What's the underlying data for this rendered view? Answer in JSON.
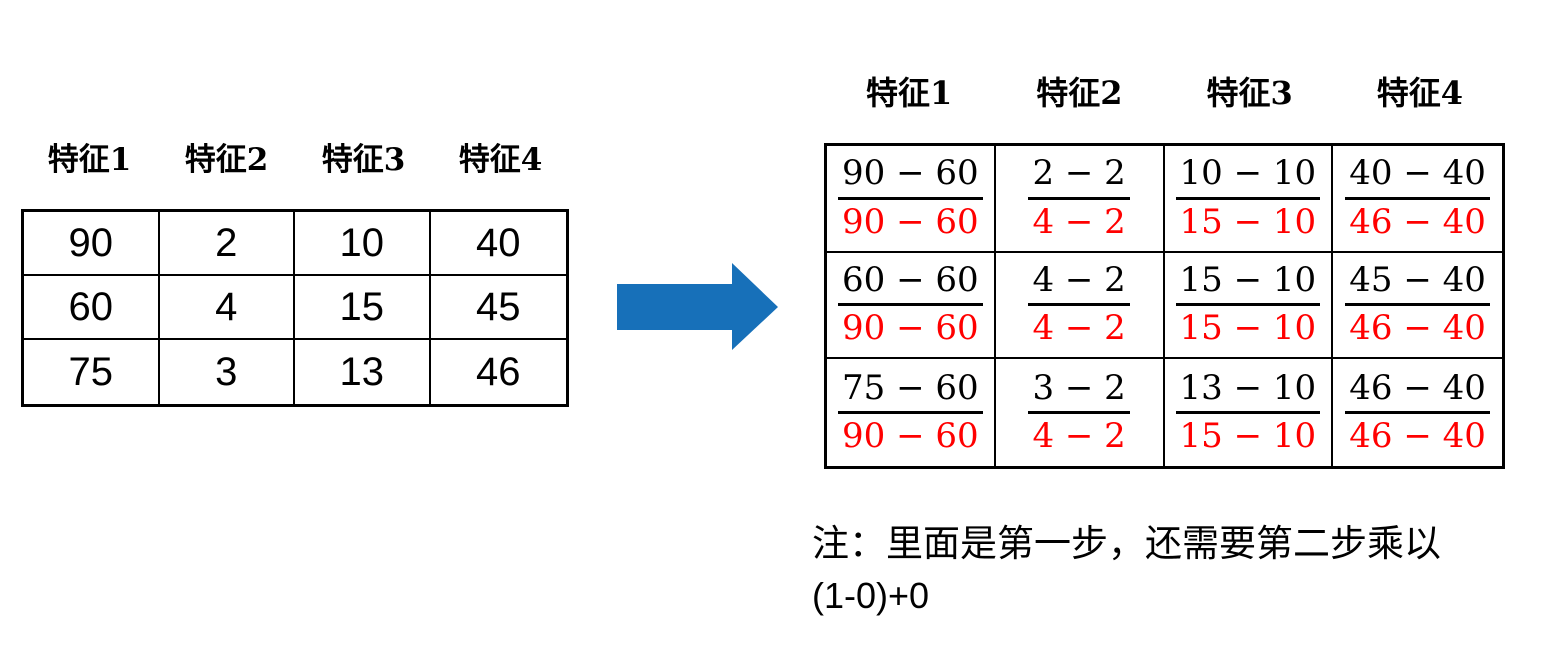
{
  "left_table": {
    "headers": [
      "特征1",
      "特征2",
      "特征3",
      "特征4"
    ],
    "rows": [
      [
        "90",
        "2",
        "10",
        "40"
      ],
      [
        "60",
        "4",
        "15",
        "45"
      ],
      [
        "75",
        "3",
        "13",
        "46"
      ]
    ]
  },
  "arrow": {
    "direction": "right"
  },
  "right_table": {
    "headers": [
      "特征1",
      "特征2",
      "特征3",
      "特征4"
    ],
    "rows": [
      [
        {
          "num": "90 − 60",
          "den": "90 − 60"
        },
        {
          "num": "2 − 2",
          "den": "4 − 2"
        },
        {
          "num": "10 − 10",
          "den": "15 − 10"
        },
        {
          "num": "40 − 40",
          "den": "46 − 40"
        }
      ],
      [
        {
          "num": "60 − 60",
          "den": "90 − 60"
        },
        {
          "num": "4 − 2",
          "den": "4 − 2"
        },
        {
          "num": "15 − 10",
          "den": "15 − 10"
        },
        {
          "num": "45 − 40",
          "den": "46 − 40"
        }
      ],
      [
        {
          "num": "75 − 60",
          "den": "90 − 60"
        },
        {
          "num": "3 − 2",
          "den": "4 − 2"
        },
        {
          "num": "13 − 10",
          "den": "15 − 10"
        },
        {
          "num": "46 − 40",
          "den": "46 − 40"
        }
      ]
    ]
  },
  "note": {
    "line1": "注：里面是第一步，还需要第二步乘以",
    "line2": "(1-0)+0"
  },
  "colors": {
    "denominator_red": "#FF0000",
    "fraction_bar_black": "#000000",
    "arrow_blue": "#1770B9",
    "text_black": "#000000"
  }
}
